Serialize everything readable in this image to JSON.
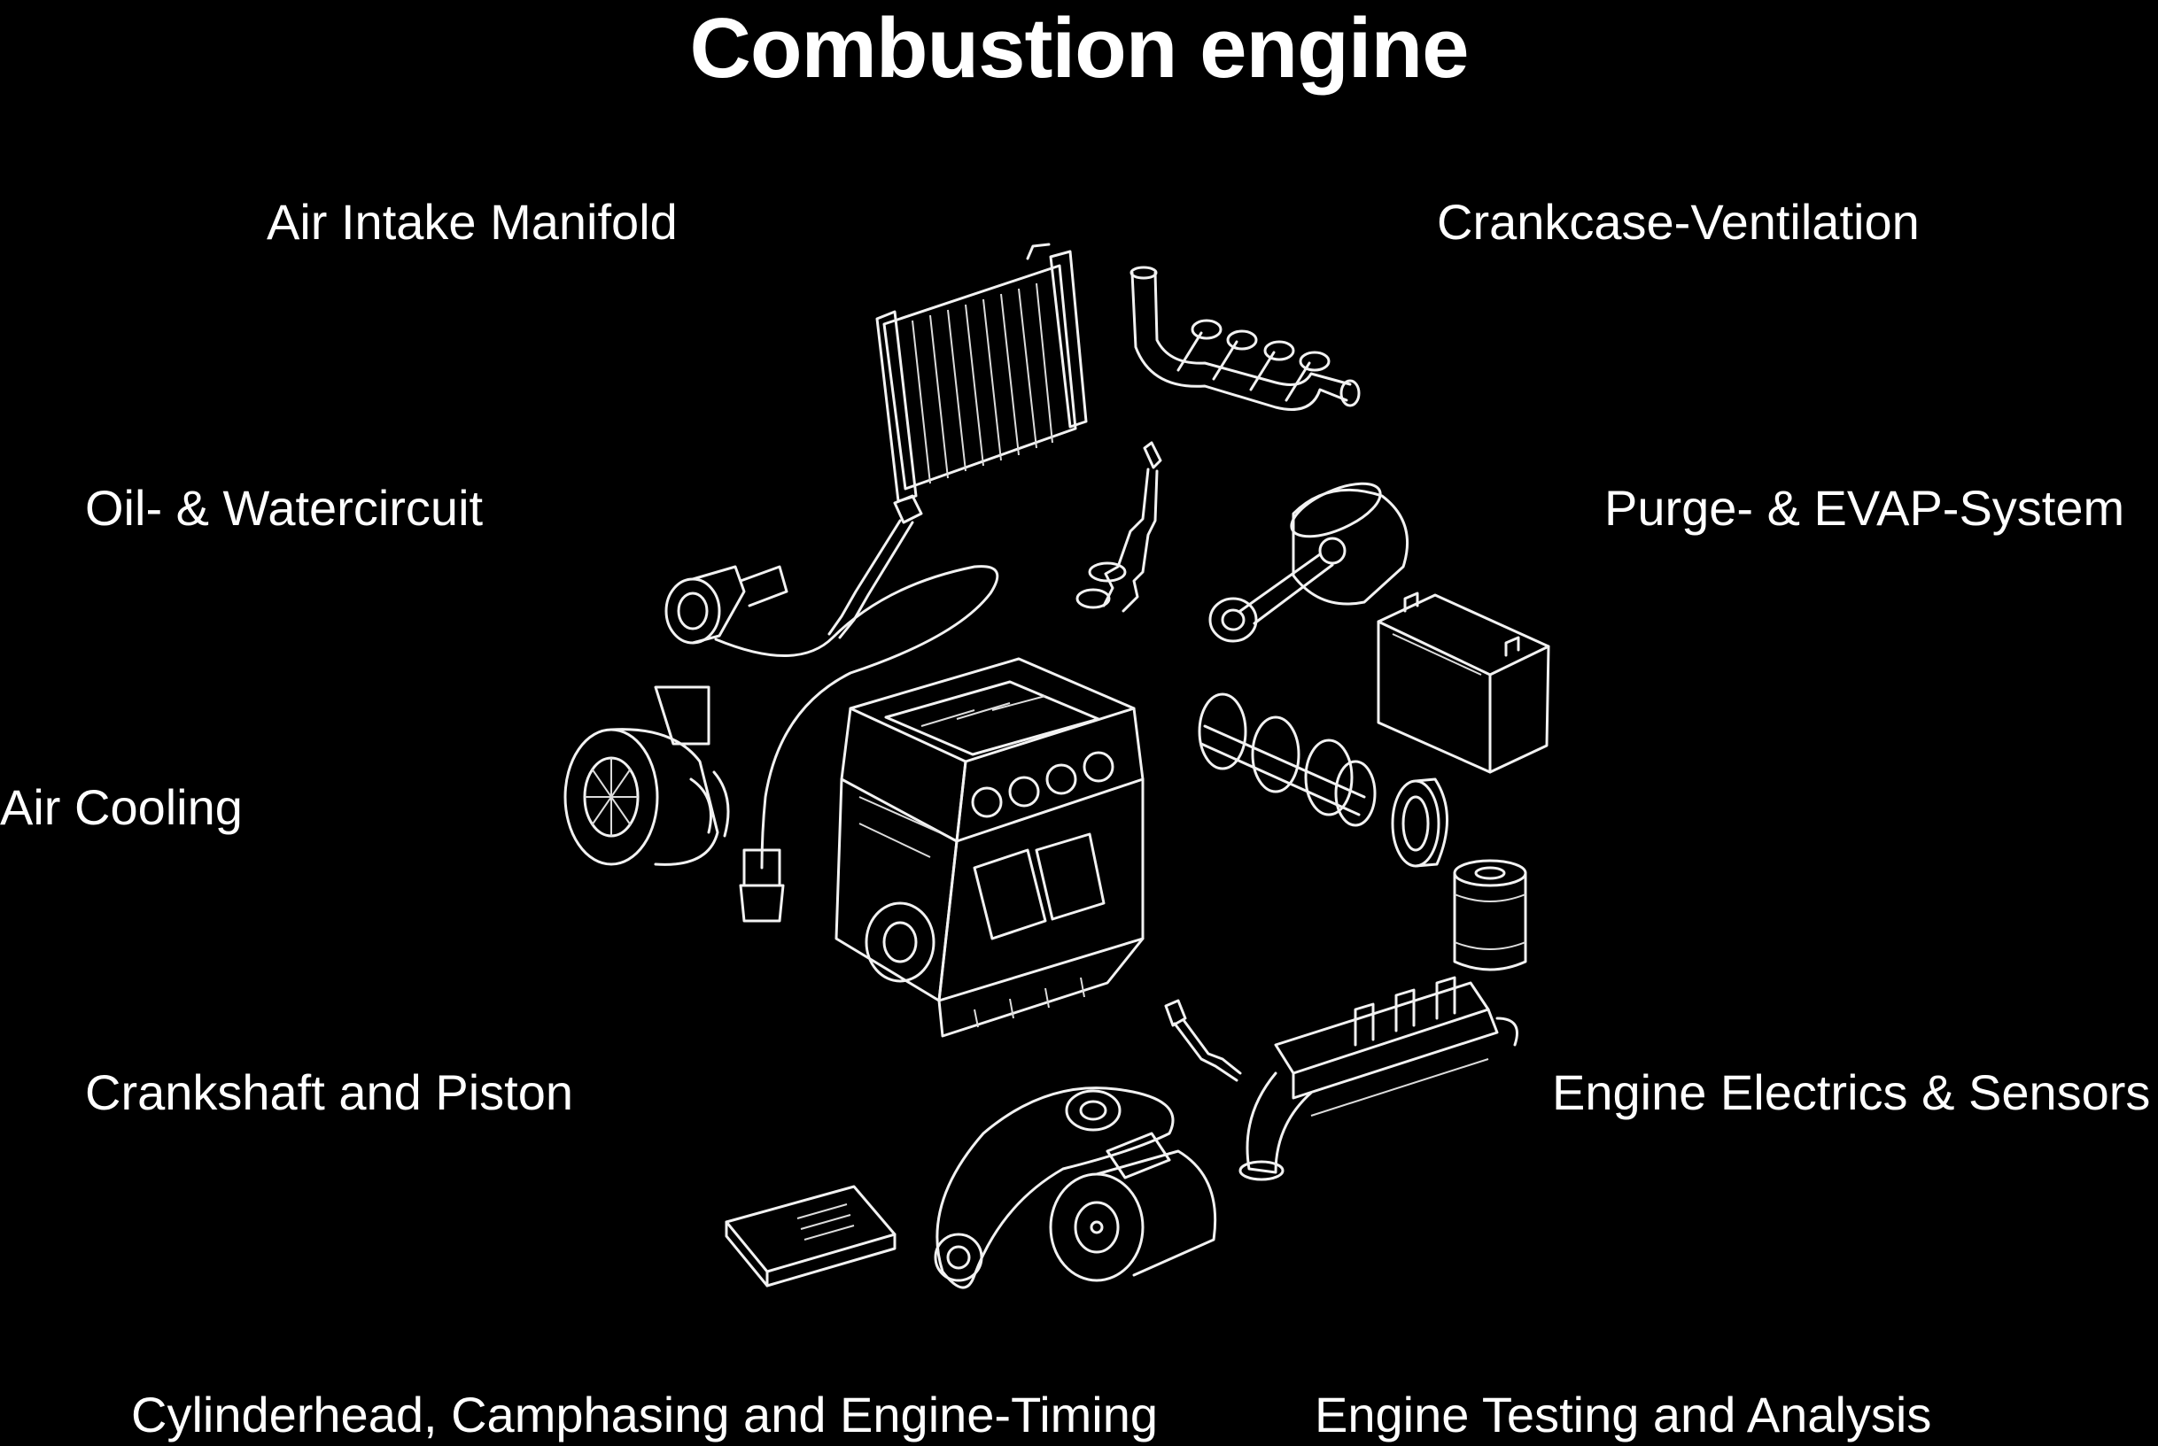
{
  "title": "Combustion engine",
  "labels": {
    "air_intake_manifold": "Air Intake Manifold",
    "crankcase_ventilation": "Crankcase-Ventilation",
    "oil_water_circuit": "Oil- & Watercircuit",
    "purge_evap_system": "Purge- & EVAP-System",
    "air_cooling": "Air Cooling",
    "crankshaft_piston": "Crankshaft and Piston",
    "engine_electrics_sensors": "Engine Electrics & Sensors",
    "cylinderhead_timing": "Cylinderhead, Camphasing and Engine-Timing",
    "engine_testing_analysis": "Engine Testing and Analysis"
  },
  "colors": {
    "background": "#000000",
    "text": "#ffffff",
    "line_art": "#f2f2f2"
  },
  "illustration": {
    "parts": [
      "radiator-icon",
      "exhaust-manifold-icon",
      "spark-plug-icon",
      "pulley-icon",
      "oxygen-sensor-icon",
      "piston-icon",
      "battery-icon",
      "turbocharger-icon",
      "engine-block-icon",
      "camshaft-icon",
      "seal-ring-icon",
      "oil-filter-icon",
      "glow-plug-icon",
      "fuel-rail-icon",
      "ecu-icon",
      "timing-belt-icon",
      "starter-motor-icon"
    ]
  }
}
